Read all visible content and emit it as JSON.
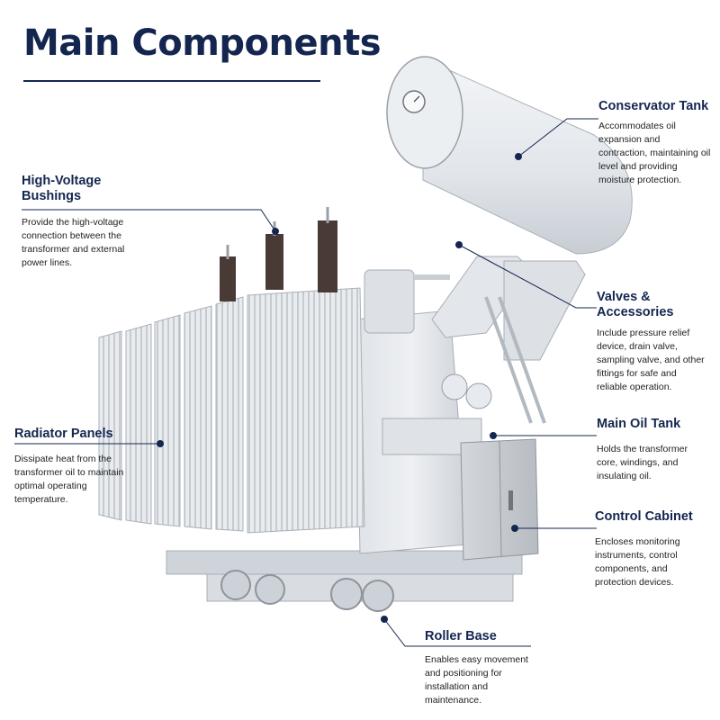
{
  "title": "Main Components",
  "colors": {
    "title": "#142650",
    "leader": "#142650",
    "metal": "#e6e9ed",
    "metal_dark": "#b9bec6",
    "insulator": "#4a3a36",
    "cabinet": "#c9cdd2"
  },
  "components": [
    {
      "id": "conservator-tank",
      "name": "Conservator Tank",
      "description": "Accommodates oil expansion and contraction, maintaining oil level and providing moisture protection."
    },
    {
      "id": "high-voltage-bushings",
      "name": "High-Voltage Bushings",
      "description": "Provide the high-voltage connection between the transformer and external power lines."
    },
    {
      "id": "valves-accessories",
      "name": "Valves & Accessories",
      "description": "Include pressure relief device, drain valve, sampling valve, and other fittings for safe and reliable operation."
    },
    {
      "id": "radiator-panels",
      "name": "Radiator Panels",
      "description": "Dissipate heat from the transformer oil to maintain optimal operating temperature."
    },
    {
      "id": "main-oil-tank",
      "name": "Main Oil Tank",
      "description": "Holds the transformer core, windings, and insulating oil."
    },
    {
      "id": "control-cabinet",
      "name": "Control Cabinet",
      "description": "Encloses monitoring instruments, control components, and protection devices."
    },
    {
      "id": "roller-base",
      "name": "Roller Base",
      "description": "Enables easy movement and positioning for installation and maintenance."
    }
  ]
}
